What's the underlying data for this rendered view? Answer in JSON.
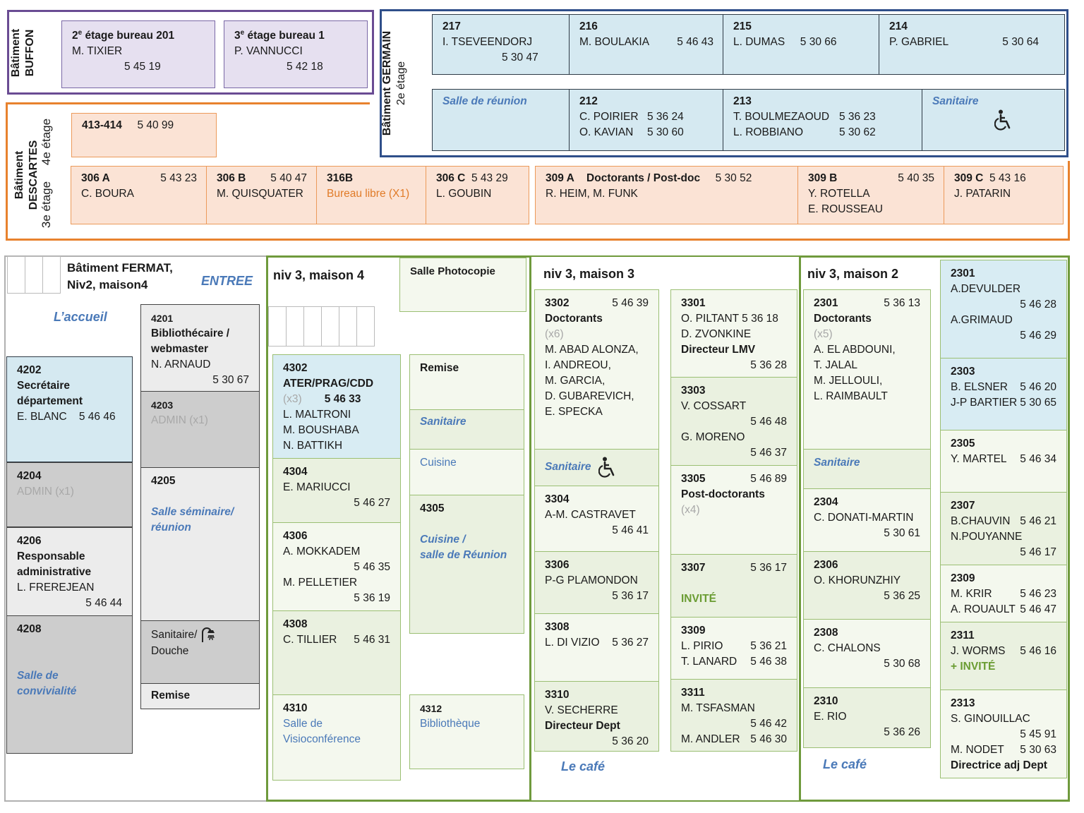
{
  "buffon": {
    "label1": "Bâtiment",
    "label2": "BUFFON",
    "rooms": [
      {
        "title_num": "2",
        "title_sup": "e",
        "title_rest": " étage bureau 201",
        "name": "M. TIXIER",
        "phone": "5 45 19"
      },
      {
        "title_num": "3",
        "title_sup": "e",
        "title_rest": " étage bureau 1",
        "name": "P. VANNUCCI",
        "phone": "5 42 18"
      }
    ]
  },
  "germain": {
    "label1": "Bâtiment GERMAIN",
    "label2": "2e étage",
    "rooms": [
      {
        "num": "217",
        "name": "I. TSEVEENDORJ",
        "phone": "5 30 47"
      },
      {
        "num": "216",
        "name": "M. BOULAKIA",
        "phone": "5 46 43"
      },
      {
        "num": "215",
        "name": "L. DUMAS",
        "phone": "5 30 66"
      },
      {
        "num": "214",
        "name": "P. GABRIEL",
        "phone": "5 30 64"
      },
      {
        "label": "Salle de réunion"
      },
      {
        "num": "212",
        "people": [
          {
            "name": "C. POIRIER",
            "phone": "5 36 24"
          },
          {
            "name": "O. KAVIAN",
            "phone": "5 30 60"
          }
        ]
      },
      {
        "num": "213",
        "people": [
          {
            "name": "T. BOULMEZAOUD",
            "phone": "5 36 23"
          },
          {
            "name": "L. ROBBIANO",
            "phone": "5 30 62"
          }
        ]
      },
      {
        "label": "Sanitaire"
      }
    ]
  },
  "descartes": {
    "label1": "Bâtiment",
    "label2": "DESCARTES",
    "floor4": "4e étage",
    "floor3": "3e étage",
    "rooms": [
      {
        "num": "413-414",
        "phone": "5 40 99"
      },
      {
        "num": "306 A",
        "phone": "5 43 23",
        "name": "C. BOURA"
      },
      {
        "num": "306 B",
        "phone": "5 40 47",
        "name": "M. QUISQUATER"
      },
      {
        "num": "316B",
        "name": "Bureau libre (X1)"
      },
      {
        "num": "306 C",
        "phone": "5 43 29",
        "name": "L. GOUBIN"
      },
      {
        "num": "309 A",
        "title": "Doctorants / Post-doc",
        "phone": "5 30 52",
        "name": "R. HEIM, M. FUNK"
      },
      {
        "num": "309 B",
        "phone": "5 40 35",
        "name": "Y. ROTELLA",
        "name2": "E. ROUSSEAU"
      },
      {
        "num": "309 C",
        "phone": "5 43 16",
        "name": "J. PATARIN"
      }
    ]
  },
  "fermat": {
    "title1": "Bâtiment FERMAT,",
    "title2": "Niv2, maison4",
    "entree": "ENTREE",
    "accueil": "L’accueil",
    "rooms": [
      {
        "num": "4202",
        "l1": "Secrétaire",
        "l2": "département",
        "name": "E. BLANC",
        "phone": "5 46 46"
      },
      {
        "num": "4201",
        "l1": "Bibliothécaire /",
        "l2": "webmaster",
        "name": "N. ARNAUD",
        "phone": "5 30 67"
      },
      {
        "num": "4203",
        "sub": "ADMIN (x1)"
      },
      {
        "num": "4204",
        "sub": "ADMIN (x1)"
      },
      {
        "num": "4205",
        "l1": "Salle séminaire/",
        "l2": "réunion"
      },
      {
        "num": "4206",
        "l1": "Responsable",
        "l2": "administrative",
        "name": "L. FREREJEAN",
        "phone": "5 46 44"
      },
      {
        "num": "4208",
        "l1": "Salle de",
        "l2": "convivialité"
      },
      {
        "l1": "Sanitaire/",
        "l2": "Douche"
      },
      {
        "l1": "Remise"
      }
    ]
  },
  "maison4": {
    "title": "niv 3, maison 4",
    "photocopie": "Salle Photocopie",
    "rooms": [
      {
        "num": "4302",
        "title": "ATER/PRAG/CDD",
        "sub": "(x3)",
        "phone": "5 46 33",
        "names": [
          "L. MALTRONI",
          "M. BOUSHABA",
          "N. BATTIKH"
        ]
      },
      {
        "num": "4304",
        "name": "E. MARIUCCI",
        "phone": "5 46 27"
      },
      {
        "num": "4306",
        "people": [
          {
            "name": "A. MOKKADEM",
            "phone": "5 46 35"
          },
          {
            "name": "M. PELLETIER",
            "phone": "5 36 19"
          }
        ]
      },
      {
        "num": "4308",
        "name": "C. TILLIER",
        "phone": "5 46 31"
      },
      {
        "num": "4310",
        "l1": "Salle de",
        "l2": "Visioconférence"
      },
      {
        "label": "Remise"
      },
      {
        "label": "Sanitaire"
      },
      {
        "label": "Cuisine"
      },
      {
        "num": "4305",
        "l1": "Cuisine /",
        "l2": "salle de Réunion"
      },
      {
        "num": "4312",
        "l1": "Bibliothèque"
      }
    ]
  },
  "maison3": {
    "title": "niv 3, maison 3",
    "cafe": "Le café",
    "rooms": [
      {
        "num": "3302",
        "phone": "5 46 39",
        "title": "Doctorants",
        "sub": "(x6)",
        "names": [
          "M. ABAD ALONZA,",
          "I. ANDREOU,",
          "M. GARCIA,",
          "D. GUBAREVICH,",
          "E. SPECKA"
        ]
      },
      {
        "label": "Sanitaire"
      },
      {
        "num": "3304",
        "name": "A-M. CASTRAVET",
        "phone": "5 46 41"
      },
      {
        "num": "3306",
        "name": "P-G PLAMONDON",
        "phone": "5 36 17"
      },
      {
        "num": "3308",
        "name": "L. DI VIZIO",
        "phone": "5 36 27"
      },
      {
        "num": "3310",
        "name": "V. SECHERRE",
        "title": "Directeur Dept",
        "phone": "5 36 20"
      },
      {
        "num": "3301",
        "name": "O. PILTANT",
        "phone": "5 36 18",
        "name2": "D. ZVONKINE",
        "title": "Directeur LMV",
        "phone2": "5 36 28"
      },
      {
        "num": "3303",
        "name": "V. COSSART",
        "phone": "5 46 48",
        "name2": "G. MORENO",
        "phone2": "5 46 37"
      },
      {
        "num": "3305",
        "phone": "5 46 89",
        "title": "Post-doctorants",
        "sub": "(x4)"
      },
      {
        "num": "3307",
        "phone": "5 36 17",
        "guest": "INVITÉ"
      },
      {
        "num": "3309",
        "people": [
          {
            "name": "L. PIRIO",
            "phone": "5 36 21"
          },
          {
            "name": "T. LANARD",
            "phone": "5 46 38"
          }
        ]
      },
      {
        "num": "3311",
        "name": "M. TSFASMAN",
        "phone": "5 46 42",
        "name2": "M. ANDLER",
        "phone2": "5 46 30"
      }
    ]
  },
  "maison2": {
    "title": "niv 3, maison 2",
    "cafe": "Le café",
    "rooms": [
      {
        "num": "2301",
        "phone": "5 36 13",
        "title": "Doctorants",
        "sub": "(x5)",
        "names": [
          "A. EL ABDOUNI,",
          "T. JALAL",
          "M. JELLOULI,",
          "L. RAIMBAULT"
        ]
      },
      {
        "label": "Sanitaire"
      },
      {
        "num": "2304",
        "name": "C. DONATI-MARTIN",
        "phone": "5 30 61"
      },
      {
        "num": "2306",
        "name": "O. KHORUNZHIY",
        "phone": "5 36 25"
      },
      {
        "num": "2308",
        "name": "C. CHALONS",
        "phone": "5 30 68"
      },
      {
        "num": "2310",
        "name": "E. RIO",
        "phone": "5 36 26"
      },
      {
        "num": "2301",
        "name": "A.DEVULDER",
        "phone": "5 46 28",
        "name2": "A.GRIMAUD",
        "phone2": "5 46 29"
      },
      {
        "num": "2303",
        "people": [
          {
            "name": "B. ELSNER",
            "phone": "5 46 20"
          },
          {
            "name": "J-P BARTIER",
            "phone": "5 30 65"
          }
        ]
      },
      {
        "num": "2305",
        "name": "Y. MARTEL",
        "phone": "5 46 34"
      },
      {
        "num": "2307",
        "name": "B.CHAUVIN",
        "phone": "5 46 21",
        "name2": "N.POUYANNE",
        "phone2": "5 46 17"
      },
      {
        "num": "2309",
        "people": [
          {
            "name": "M. KRIR",
            "phone": "5 46 23"
          },
          {
            "name": "A. ROUAULT",
            "phone": "5 46 47"
          }
        ]
      },
      {
        "num": "2311",
        "name": "J. WORMS",
        "phone": "5 46 16",
        "guest": "+ INVITÉ"
      },
      {
        "num": "2313",
        "name": "S. GINOUILLAC",
        "phone": "5 45 91",
        "name2": "M. NODET",
        "phone2": "5 30 63",
        "title": "Directrice adj Dept"
      }
    ]
  },
  "colors": {
    "buffon": "#6a4c93",
    "germain": "#2f4f8a",
    "descartes": "#e8822e",
    "fermat": "#b0b0b0",
    "maisons": "#6f9a3c"
  },
  "icons": {
    "accessible": "wheelchair-icon",
    "shower": "shower-icon"
  }
}
